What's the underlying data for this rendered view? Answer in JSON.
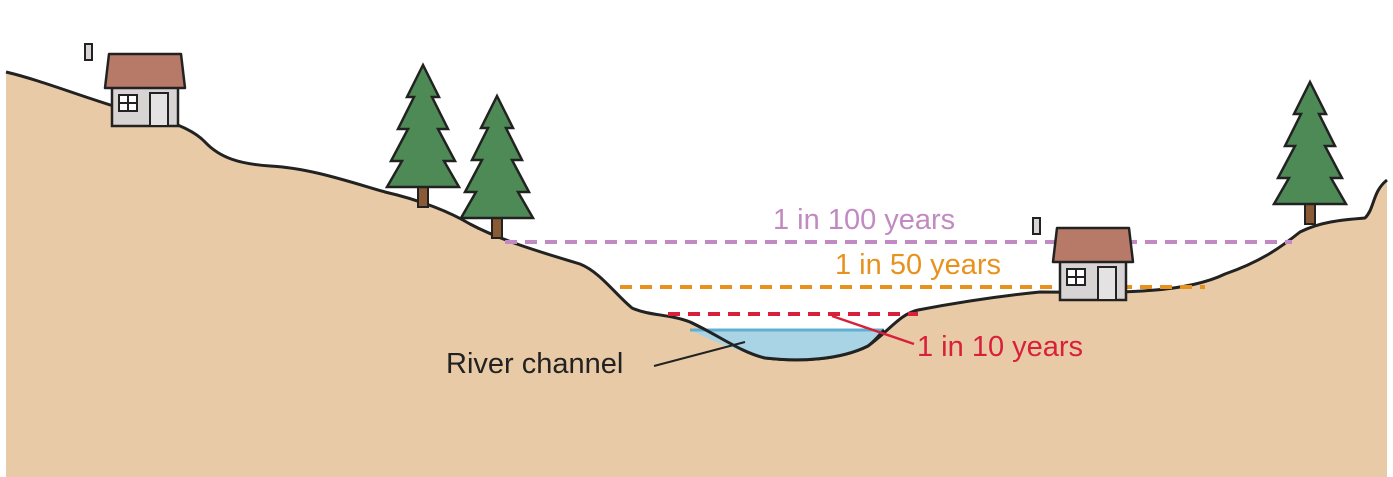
{
  "labels": {
    "flood_100": "1 in 100 years",
    "flood_50": "1 in 50 years",
    "flood_10": "1 in 10 years",
    "river_channel": "River channel"
  },
  "icons": [
    "house-icon",
    "tree-icon"
  ],
  "colors": {
    "ground": "#e8cba6",
    "water": "#a8d4e6",
    "water_line": "#5fb0d0",
    "flood_100": "#c28ac2",
    "flood_50": "#e8921e",
    "flood_10": "#d9203a",
    "tree": "#4e8a55",
    "trunk": "#8a5a35",
    "roof": "#b87a68",
    "wall": "#d9d4d4",
    "outline": "#222222"
  }
}
